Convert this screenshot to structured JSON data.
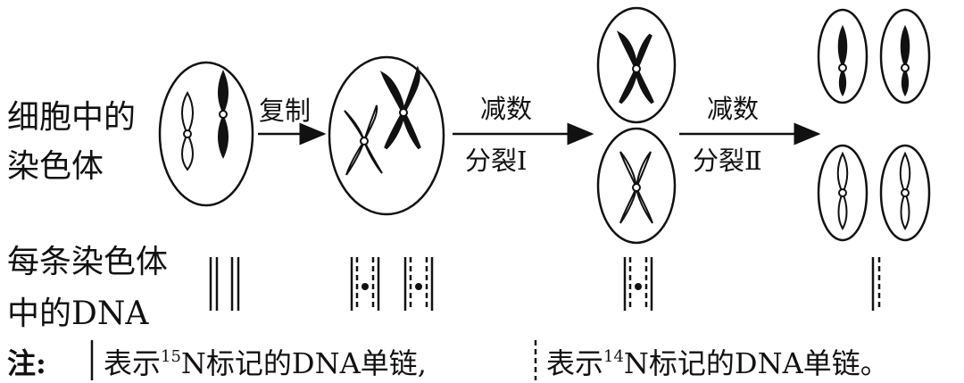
{
  "row_labels": {
    "chromosome_line1": "细胞中的",
    "chromosome_line2": "染色体",
    "dna_line1": "每条染色体",
    "dna_line2": "中的DNA"
  },
  "arrows": {
    "replication": "复制",
    "meiosis1_top": "减数",
    "meiosis1_bottom": "分裂Ⅰ",
    "meiosis2_top": "减数",
    "meiosis2_bottom": "分裂Ⅱ"
  },
  "note": {
    "prefix": "注:",
    "part1_pre": "表示",
    "iso15_sup": "15",
    "part1_post": "N标记的DNA单链,",
    "part2_pre": "表示",
    "iso14_sup": "14",
    "part2_post": "N标记的DNA单链。"
  },
  "colors": {
    "ink": "#111111",
    "background": "#ffffff"
  }
}
